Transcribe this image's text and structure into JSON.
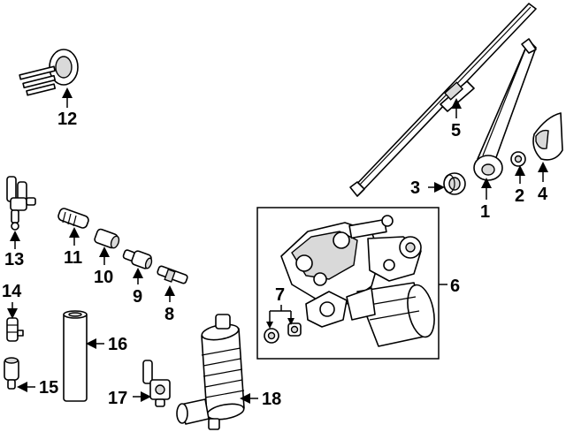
{
  "diagram": {
    "type": "exploded parts diagram",
    "callouts": {
      "c1": "1",
      "c2": "2",
      "c3": "3",
      "c4": "4",
      "c5": "5",
      "c6": "6",
      "c7": "7",
      "c8": "8",
      "c9": "9",
      "c10": "10",
      "c11": "11",
      "c12": "12",
      "c13": "13",
      "c14": "14",
      "c15": "15",
      "c16": "16",
      "c17": "17",
      "c18": "18"
    }
  }
}
